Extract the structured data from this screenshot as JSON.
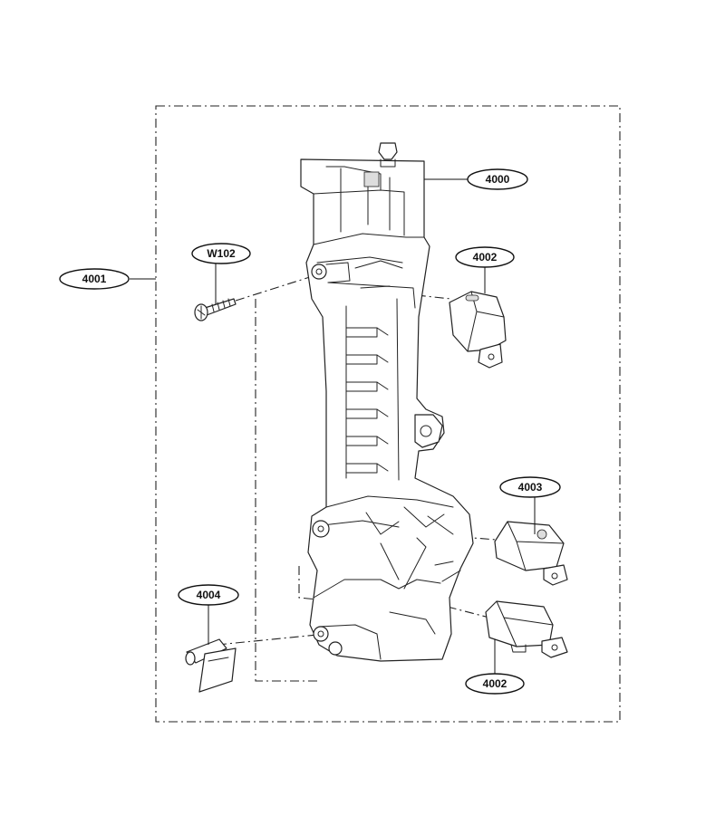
{
  "callouts": {
    "assembly": "4001",
    "frame": "4000",
    "screw": "W102",
    "switch_upper": "4002",
    "switch_middle": "4003",
    "switch_lower": "4002",
    "lever": "4004"
  }
}
